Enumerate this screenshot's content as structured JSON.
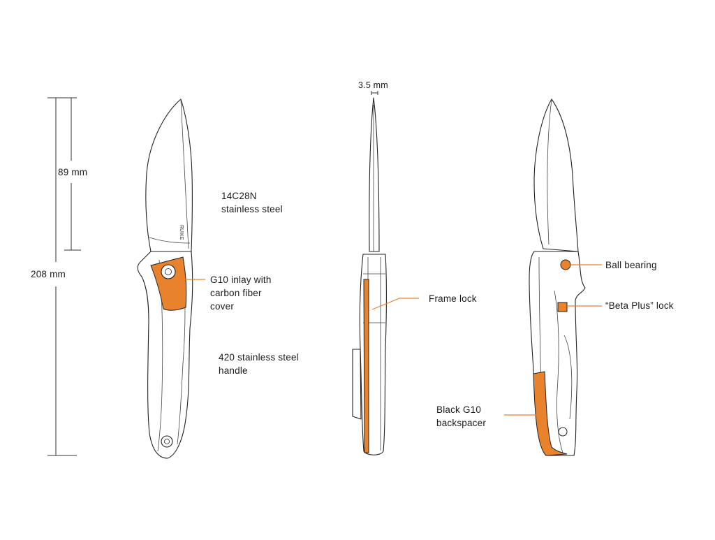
{
  "dimensions": {
    "blade_length": "89 mm",
    "overall_length": "208 mm",
    "blade_thickness": "3.5 mm"
  },
  "callouts": {
    "blade_steel": [
      "14C28N",
      "stainless steel"
    ],
    "inlay": [
      "G10 inlay with",
      "carbon fiber",
      "cover"
    ],
    "handle": [
      "420 stainless steel",
      "handle"
    ],
    "frame_lock": "Frame lock",
    "ball_bearing": "Ball bearing",
    "beta_plus_lock": "“Beta Plus” lock",
    "backspacer": [
      "Black G10",
      "backspacer"
    ]
  },
  "branding": {
    "blade_mark": "RUIKE"
  },
  "colors": {
    "accent": "#e8822c",
    "line": "#222222",
    "background": "#ffffff"
  }
}
